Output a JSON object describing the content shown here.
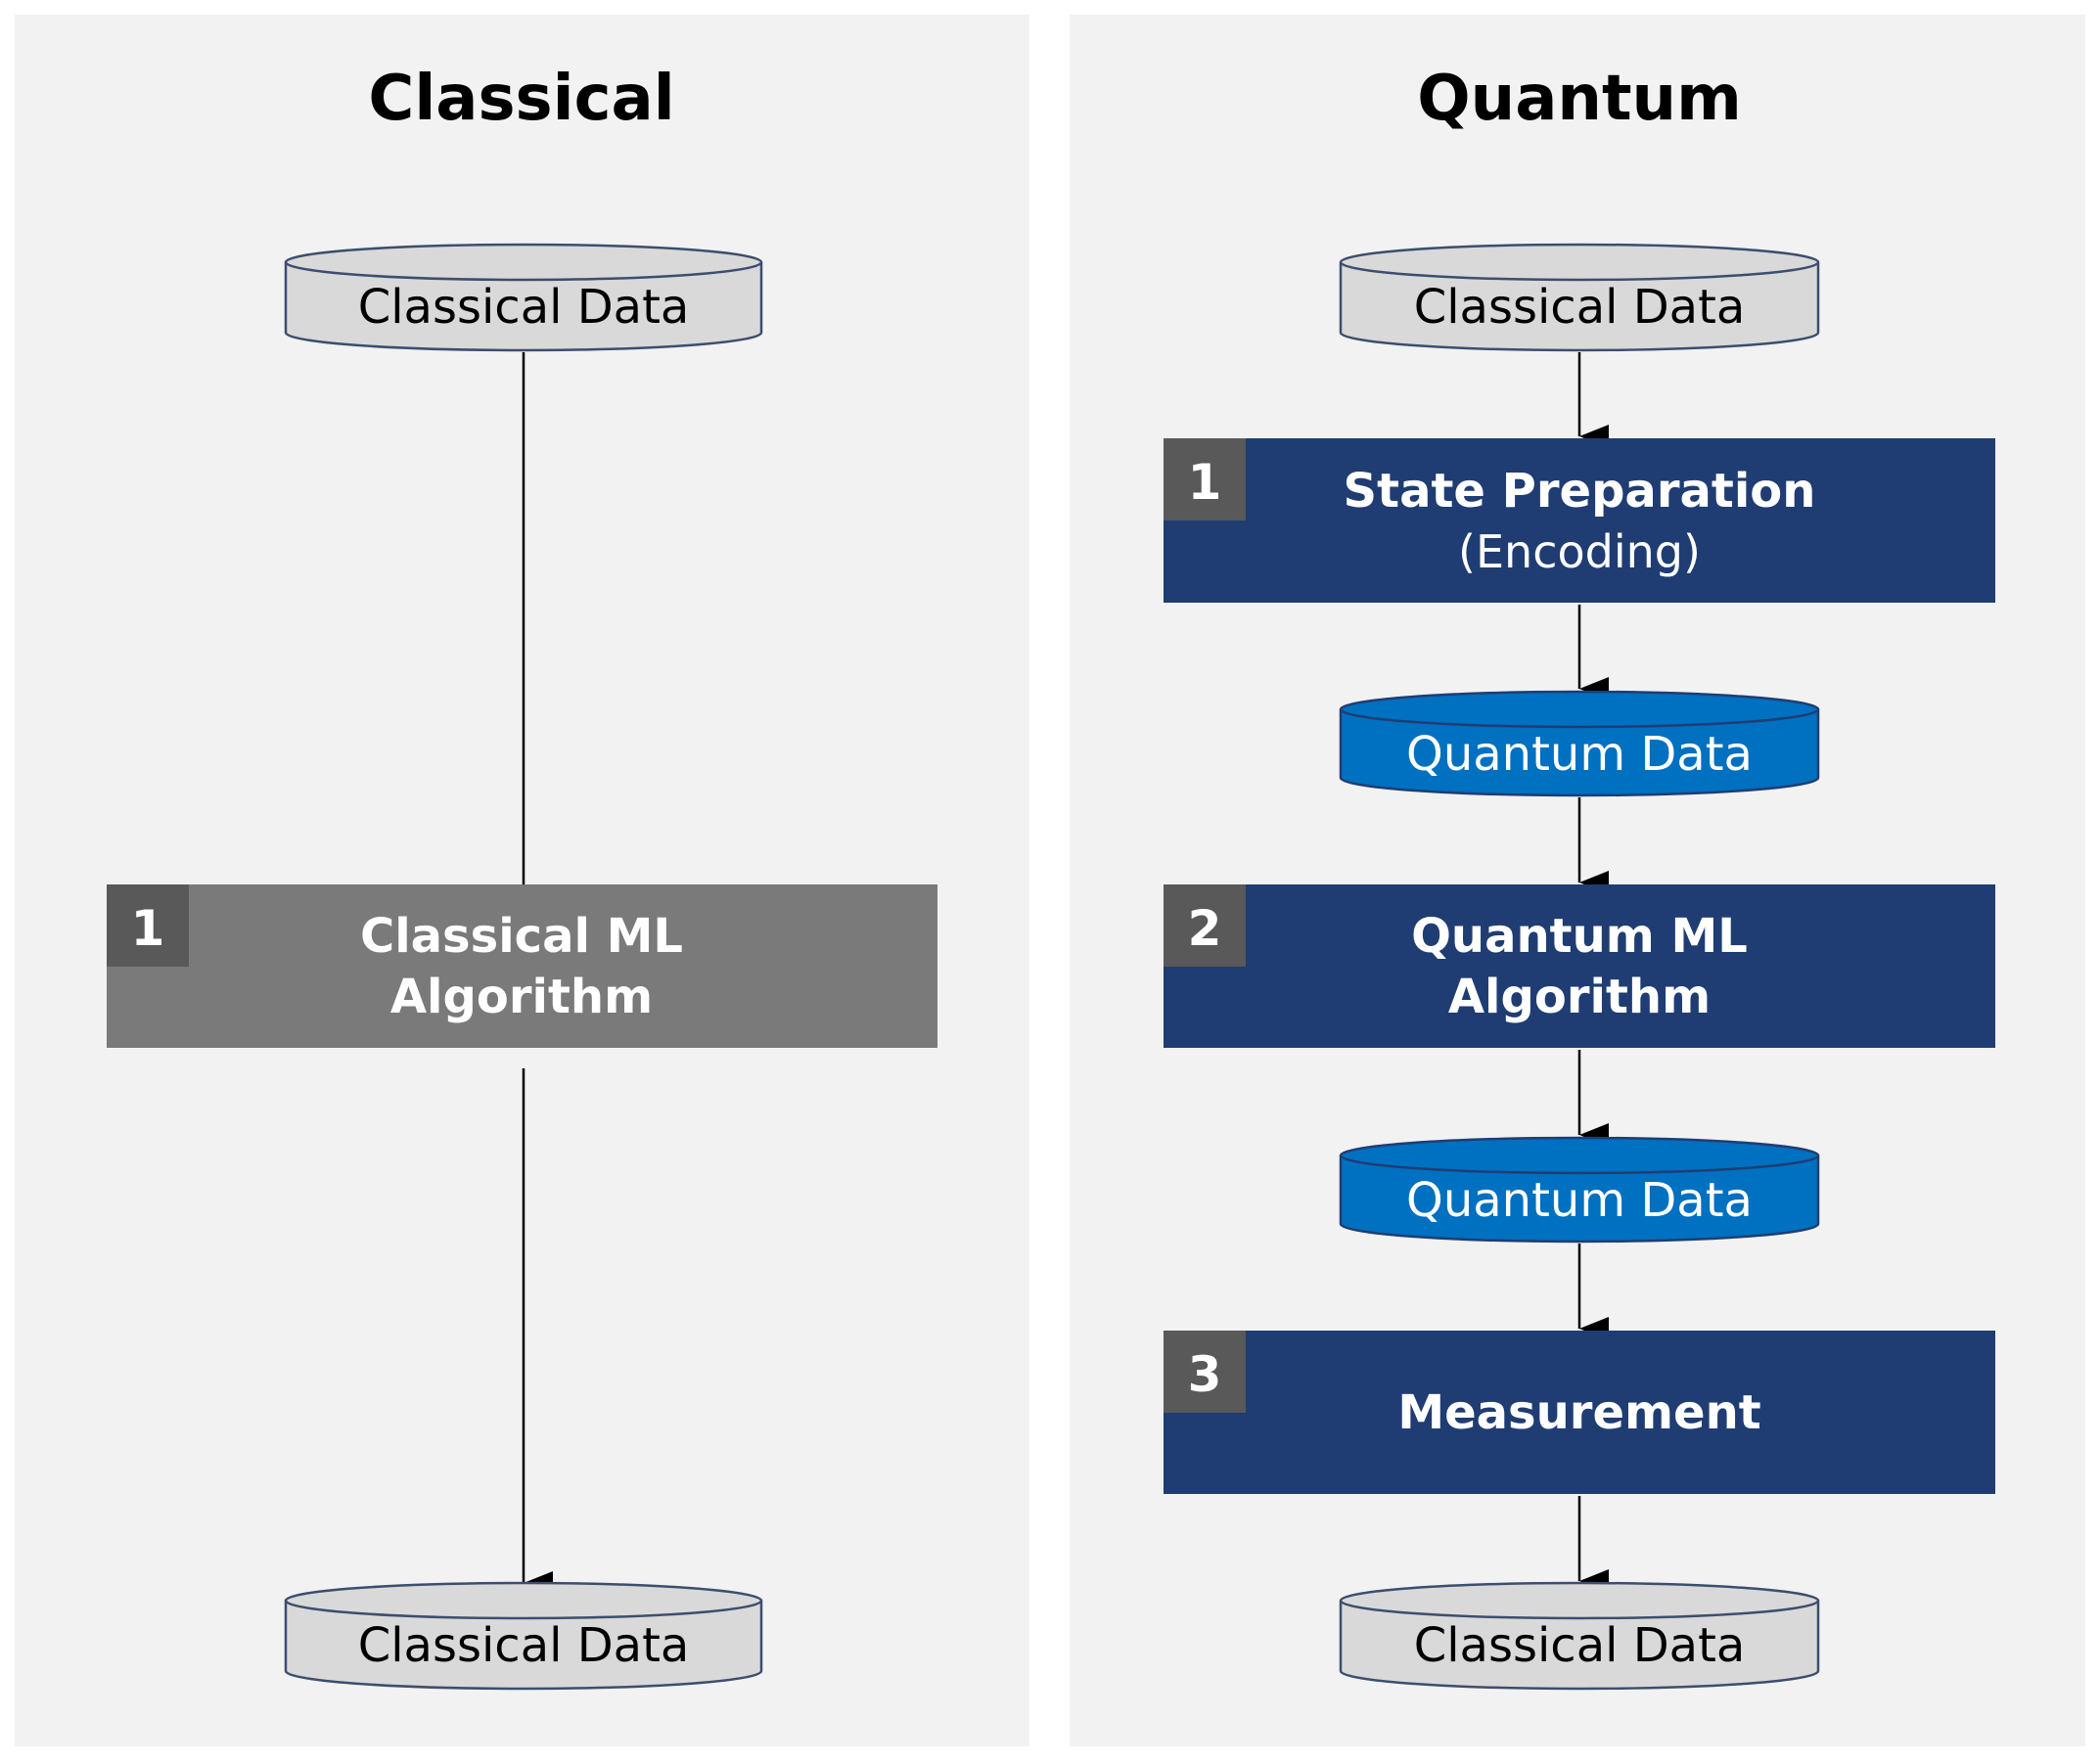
{
  "panels": {
    "classical": {
      "title": "Classical",
      "input_data": "Classical Data",
      "step1": {
        "number": "1",
        "line1": "Classical ML",
        "line2": "Algorithm"
      },
      "output_data": "Classical Data"
    },
    "quantum": {
      "title": "Quantum",
      "input_data": "Classical Data",
      "step1": {
        "number": "1",
        "line1": "State Preparation",
        "line2": "(Encoding)"
      },
      "quantum_data_1": "Quantum Data",
      "step2": {
        "number": "2",
        "line1": "Quantum ML",
        "line2": "Algorithm"
      },
      "quantum_data_2": "Quantum Data",
      "step3": {
        "number": "3",
        "line1": "Measurement"
      },
      "output_data": "Classical Data"
    }
  },
  "colors": {
    "panel_background": "#f2f2f2",
    "classical_data_fill": "#d9d9d9",
    "classical_data_stroke": "#3c4e6e",
    "quantum_data_fill": "#0070c0",
    "quantum_box_fill": "#1f3d73",
    "classical_box_fill": "#7a7a7a",
    "badge_fill": "#595959",
    "arrow": "#000000"
  }
}
